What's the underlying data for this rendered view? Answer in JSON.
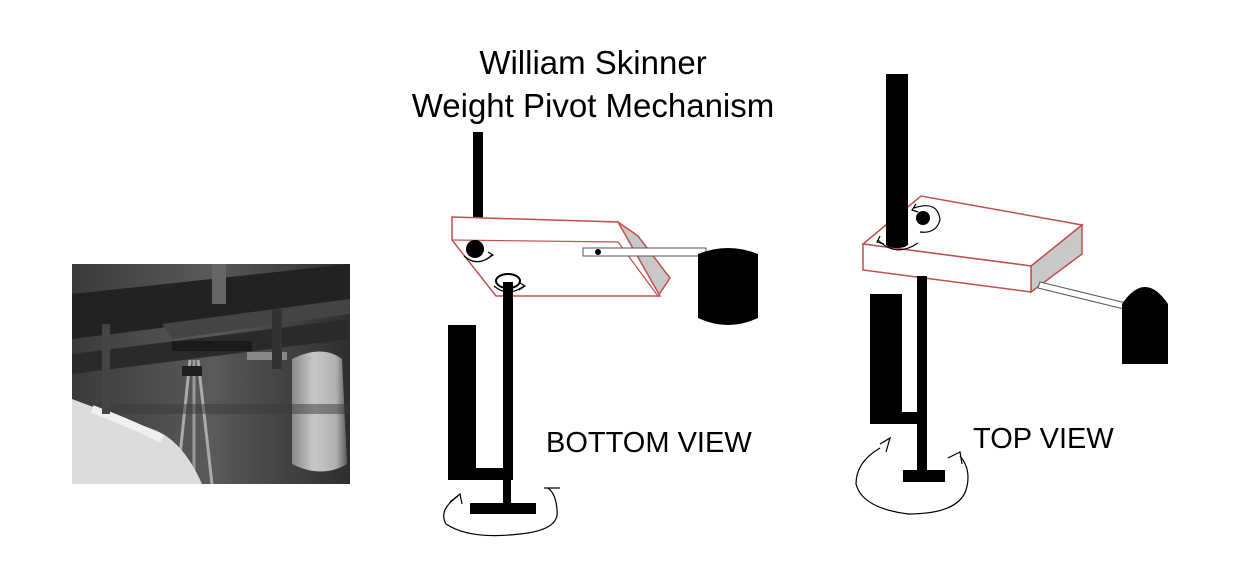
{
  "title": {
    "line1": "William Skinner",
    "line2": "Weight Pivot Mechanism"
  },
  "labels": {
    "bottom_view": "BOTTOM VIEW",
    "top_view": "TOP VIEW"
  },
  "colors": {
    "plate_outline": "#c0504d",
    "plate_side": "#c9c9c9",
    "ink": "#000000",
    "photo_dark": "#2a2a2a",
    "photo_light": "#d8d8d8"
  },
  "icons": {
    "rotation_arrow": "curved-arrow-icon"
  }
}
